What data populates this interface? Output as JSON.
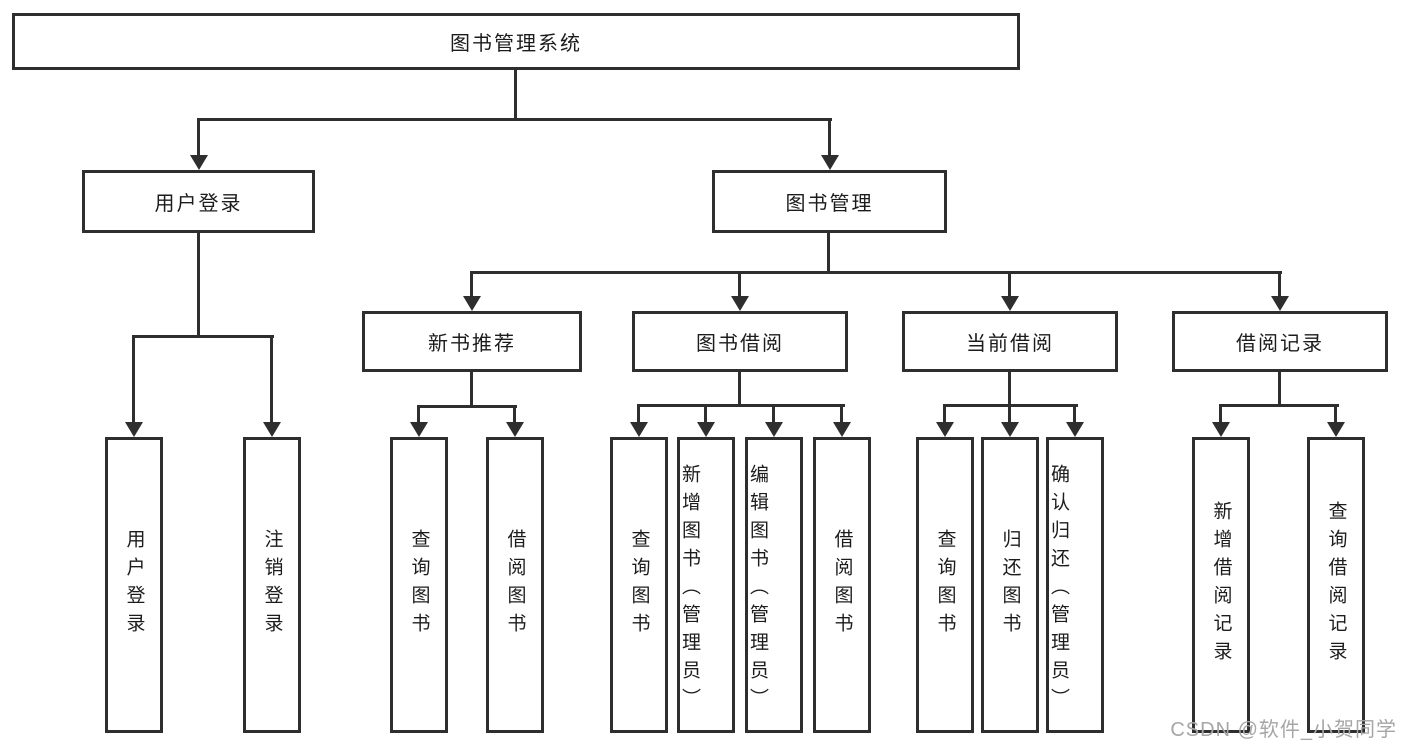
{
  "nodes": {
    "root": "图书管理系统",
    "user_login": "用户登录",
    "book_management": "图书管理",
    "new_book_recommend": "新书推荐",
    "book_borrow": "图书借阅",
    "current_borrow": "当前借阅",
    "borrow_records": "借阅记录",
    "leaves": {
      "user_login": "用户登录",
      "logout": "注销登录",
      "recommend_query_books": "查询图书",
      "recommend_borrow_books": "借阅图书",
      "borrow_query_books": "查询图书",
      "borrow_add_books": "新增图书（管理员）",
      "borrow_edit_books": "编辑图书（管理员）",
      "borrow_borrow_books": "借阅图书",
      "current_query_books": "查询图书",
      "current_return_books": "归还图书",
      "current_confirm_return": "确认归还（管理员）",
      "records_add_record": "新增借阅记录",
      "records_query_record": "查询借阅记录"
    }
  },
  "watermark": "CSDN @软件_小贺同学",
  "colors": {
    "line": "#2e2e2e",
    "text": "#1c1c1c",
    "box_background": "#ffffff",
    "watermark": "#a6a6a6"
  }
}
